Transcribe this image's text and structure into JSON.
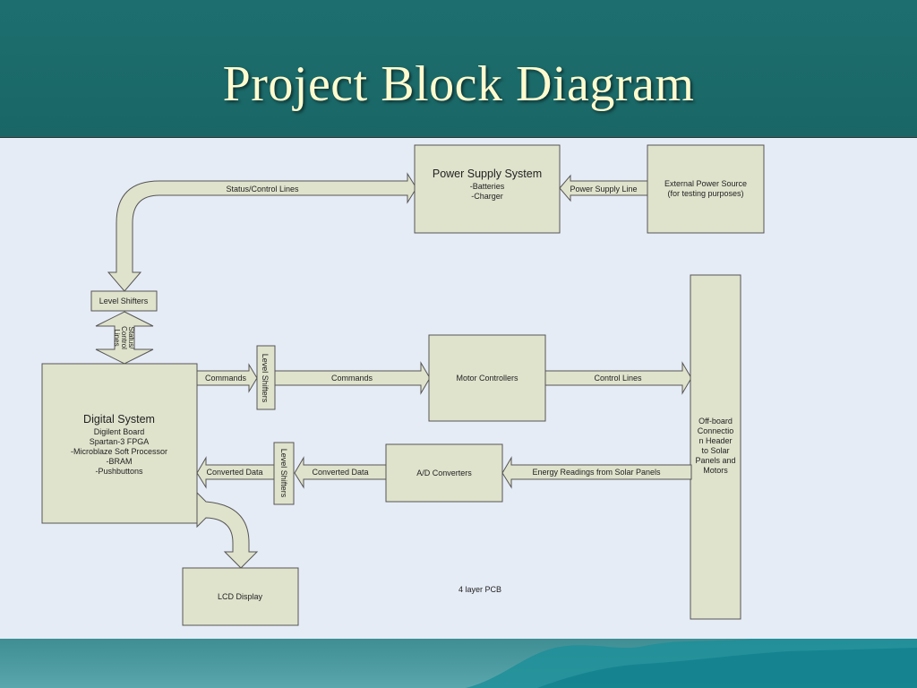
{
  "slide": {
    "title": "Project Block Diagram"
  },
  "diagram": {
    "power_supply": {
      "title": "Power Supply System",
      "lines": [
        "-Batteries",
        "-Charger"
      ]
    },
    "external_power": {
      "lines": [
        "External Power Source",
        "(for testing purposes)"
      ]
    },
    "status_control_label": "Status/Control Lines",
    "power_supply_line_label": "Power Supply Line",
    "level_shifters_top": "Level Shifters",
    "status_control_vertical": [
      "Status/",
      "Control",
      "Lines"
    ],
    "digital_system": {
      "title": "Digital System",
      "lines": [
        "Digilent Board",
        "Spartan-3 FPGA",
        "-Microblaze Soft Processor",
        "-BRAM",
        "-Pushbuttons"
      ]
    },
    "commands_label_left": "Commands",
    "level_shifters_mid": "Level Shifters",
    "commands_label_right": "Commands",
    "motor_controllers": "Motor Controllers",
    "control_lines_label": "Control Lines",
    "offboard": {
      "lines": [
        "Off-board",
        "Connectio",
        "n Header",
        "to Solar",
        "Panels and",
        "Motors"
      ]
    },
    "converted_data_left": "Converted Data",
    "level_shifters_low": "Level Shifters",
    "converted_data_right": "Converted Data",
    "ad_converters": "A/D Converters",
    "energy_label": "Energy Readings from Solar Panels",
    "lcd_display": "LCD Display",
    "pcb_note": "4 layer PCB"
  },
  "colors": {
    "title_text": "#fffbcf",
    "background_teal": "#1d6f6f",
    "panel": "#e6ecf6",
    "block_fill": "#dfe3cc"
  }
}
